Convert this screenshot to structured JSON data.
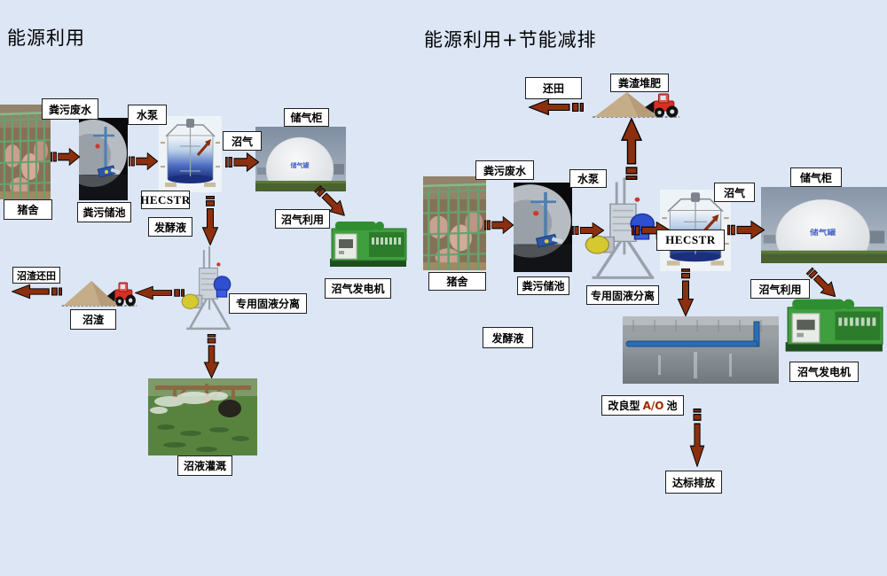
{
  "colors": {
    "background": "#dce6f5",
    "arrow": "#8b2f0e"
  },
  "left": {
    "title": "能源利用",
    "labels": {
      "pig_house": "猪舍",
      "manure_wastewater": "粪污废水",
      "manure_pool": "粪污储池",
      "water_pump": "水泵",
      "reactor": "HECSTR",
      "fermentation_liquid": "发酵液",
      "biogas": "沼气",
      "gas_holder": "储气柜",
      "gas_holder_dome_text": "储气罐",
      "biogas_use": "沼气利用",
      "biogas_generator": "沼气发电机",
      "separator": "专用固液分离",
      "residue": "沼渣",
      "residue_to_field": "沼渣还田",
      "slurry_irrigation": "沼液灌溉"
    }
  },
  "right": {
    "title": "能源利用+节能减排",
    "labels": {
      "to_field": "还田",
      "manure_compost": "粪渣堆肥",
      "pig_house": "猪舍",
      "manure_wastewater": "粪污废水",
      "manure_pool": "粪污储池",
      "water_pump": "水泵",
      "separator": "专用固液分离",
      "reactor": "HECSTR",
      "biogas": "沼气",
      "gas_holder": "储气柜",
      "gas_holder_dome_text": "储气罐",
      "biogas_use": "沼气利用",
      "fermentation_liquid": "发酵液",
      "biogas_generator": "沼气发电机",
      "ao_pool_prefix": "改良型",
      "ao_pool_ao": "A/O",
      "ao_pool_suffix": "池",
      "discharge": "达标排放"
    }
  }
}
